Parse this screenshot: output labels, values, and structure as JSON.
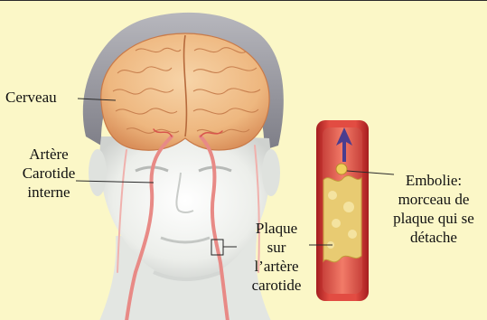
{
  "labels": {
    "brain": "Cerveau",
    "internal_carotid": "Artère\nCarotide\ninterne",
    "plaque": "Plaque\nsur\nl’artère\ncarotide",
    "embolus": "Embolie:\nmorceau de\nplaque qui se\ndétache"
  },
  "colors": {
    "background": "#fbf7c7",
    "hair": "#9b9ba3",
    "skin": "#eef0ec",
    "brain": "#eeb982",
    "artery": "#e2504e",
    "plaque": "#ead07a"
  }
}
